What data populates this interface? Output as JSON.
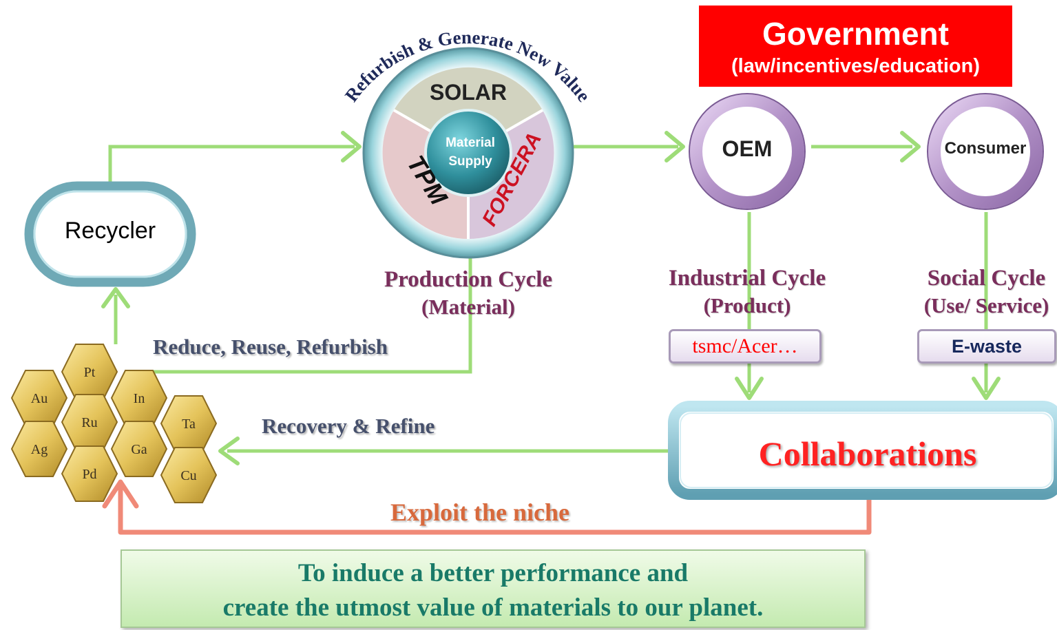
{
  "government": {
    "title": "Government",
    "subtitle": "(law/incentives/education)"
  },
  "nodes": {
    "recycler": "Recycler",
    "oem": "OEM",
    "consumer": "Consumer",
    "material_supply_line1": "Material",
    "material_supply_line2": "Supply",
    "arc_text": "Refurbish & Generate New Value",
    "logos": [
      "SOLAR",
      "FORCERA",
      "TPM"
    ]
  },
  "cycles": {
    "production": {
      "title": "Production Cycle",
      "sub": "(Material)"
    },
    "industrial": {
      "title": "Industrial Cycle",
      "sub": "(Product)"
    },
    "social": {
      "title": "Social Cycle",
      "sub": "(Use/ Service)"
    }
  },
  "tags": {
    "industrial": "tsmc/Acer…",
    "social": "E-waste"
  },
  "flows": {
    "rrr": "Reduce, Reuse, Refurbish",
    "recovery": "Recovery & Refine",
    "exploit": "Exploit the niche"
  },
  "collaborations": "Collaborations",
  "elements": [
    "Pt",
    "Au",
    "In",
    "Ru",
    "Ta",
    "Ag",
    "Ga",
    "Pd",
    "Cu"
  ],
  "footer": {
    "line1": "To induce a better performance and",
    "line2": "create the utmost value of materials to our planet."
  },
  "colors": {
    "arrow_green": "#9edc78",
    "arrow_red": "#f08a78",
    "government_red": "#ff0000",
    "cycle_text": "#7a2e5c",
    "footer_text": "#197a68"
  }
}
